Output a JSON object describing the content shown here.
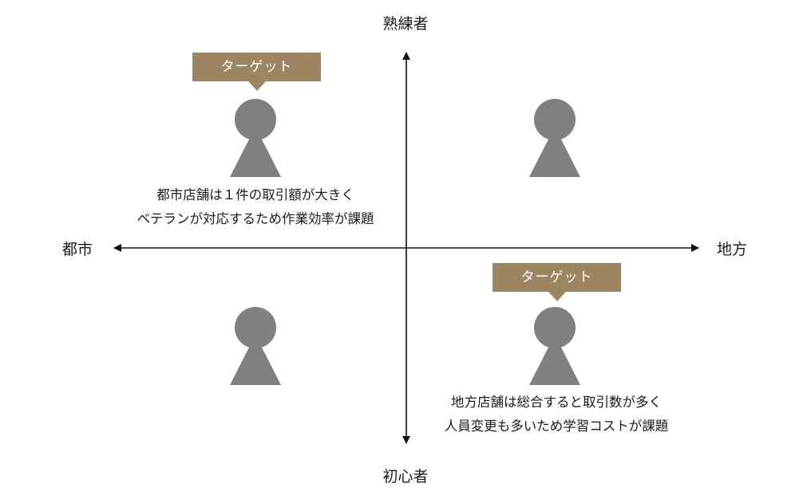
{
  "axes": {
    "top": "熟練者",
    "bottom": "初心者",
    "left": "都市",
    "right": "地方"
  },
  "quadrants": {
    "top_left": {
      "tag": "ターゲット",
      "note_lines": [
        "都市店舗は１件の取引額が大きく",
        "ベテランが対応するため作業効率が課題"
      ]
    },
    "bottom_right": {
      "tag": "ターゲット",
      "note_lines": [
        "地方店舗は総合すると取引数が多く",
        "人員変更も多いため学習コストが課題"
      ]
    }
  },
  "colors": {
    "figure": "#808080",
    "tag": "#9c8561",
    "axis": "#111111"
  },
  "icons": [
    "person-icon",
    "person-icon",
    "person-icon",
    "person-icon"
  ]
}
